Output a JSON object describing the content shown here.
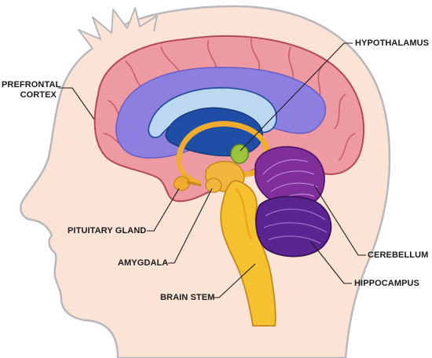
{
  "labels": {
    "prefrontal_line1": "PREFRONTAL",
    "prefrontal_line2": "CORTEX",
    "hypothalamus": "HYPOTHALAMUS",
    "pituitary_gland": "PITUITARY GLAND",
    "amygdala": "AMYGDALA",
    "brain_stem": "BRAIN STEM",
    "cerebellum": "CEREBELLUM",
    "hippocampus": "HIPPOCAMPUS"
  },
  "colors": {
    "skin": "#fbe3d6",
    "head_outline": "#b8b8bc",
    "cortex": "#ee9aa3",
    "cortex_outline": "#b14957",
    "inner_region": "#8c7fe0",
    "corpus": "#bcd8f0",
    "ventricle": "#1f4ea6",
    "limbic": "#f0ac2e",
    "brain_stem": "#f6c12f",
    "cerebellum": "#7f2e9a",
    "hippocampus_lobe": "#5a2590",
    "hypothalamus": "#9cc43c",
    "leader_line": "#1a1a1a"
  }
}
